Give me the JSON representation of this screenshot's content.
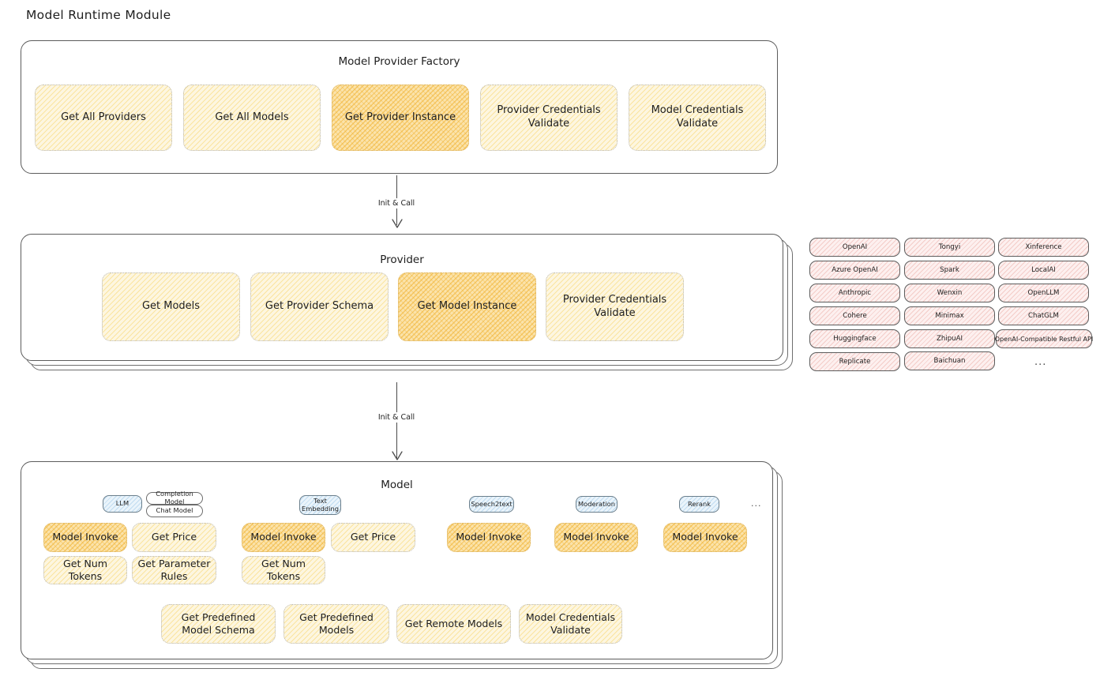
{
  "page": {
    "title": "Model Runtime Module"
  },
  "factory": {
    "title": "Model Provider Factory",
    "methods": [
      {
        "label": "Get All Providers",
        "highlight": false
      },
      {
        "label": "Get All Models",
        "highlight": false
      },
      {
        "label": "Get Provider Instance",
        "highlight": true
      },
      {
        "label": "Provider Credentials Validate",
        "highlight": false
      },
      {
        "label": "Model Credentials Validate",
        "highlight": false
      }
    ]
  },
  "arrows": [
    {
      "label": "Init & Call"
    },
    {
      "label": "Init & Call"
    }
  ],
  "provider": {
    "title": "Provider",
    "methods": [
      {
        "label": "Get Models",
        "highlight": false
      },
      {
        "label": "Get Provider Schema",
        "highlight": false
      },
      {
        "label": "Get Model Instance",
        "highlight": true
      },
      {
        "label": "Provider Credentials Validate",
        "highlight": false
      }
    ]
  },
  "provider_list": {
    "columns": [
      [
        "OpenAI",
        "Azure OpenAI",
        "Anthropic",
        "Cohere",
        "Huggingface",
        "Replicate"
      ],
      [
        "Tongyi",
        "Spark",
        "Wenxin",
        "Minimax",
        "ZhipuAI",
        "Baichuan"
      ],
      [
        "Xinference",
        "LocalAI",
        "OpenLLM",
        "ChatGLM",
        "OpenAI-Compatible Restful API"
      ]
    ],
    "more": "..."
  },
  "model": {
    "title": "Model",
    "more": "...",
    "types": [
      {
        "tag": "LLM",
        "subtags": [
          "Completion Model",
          "Chat Model"
        ],
        "methods": [
          "Model Invoke",
          "Get Price",
          "Get Num Tokens",
          "Get Parameter Rules"
        ]
      },
      {
        "tag": "Text\nEmbedding",
        "subtags": [],
        "methods": [
          "Model Invoke",
          "Get Price",
          "Get Num Tokens"
        ]
      },
      {
        "tag": "Speech2text",
        "subtags": [],
        "methods": [
          "Model Invoke"
        ]
      },
      {
        "tag": "Moderation",
        "subtags": [],
        "methods": [
          "Model Invoke"
        ]
      },
      {
        "tag": "Rerank",
        "subtags": [],
        "methods": [
          "Model Invoke"
        ]
      }
    ],
    "common_methods": [
      "Get Predefined Model Schema",
      "Get Predefined Models",
      "Get Remote Models",
      "Model Credentials Validate"
    ]
  },
  "colors": {
    "method_fill": "#fdf6e0",
    "method_highlight": "#fbe3ab",
    "provider_chip": "#fdf0ef",
    "model_tag": "#eaf4fb",
    "stroke": "#1e1e1e"
  }
}
